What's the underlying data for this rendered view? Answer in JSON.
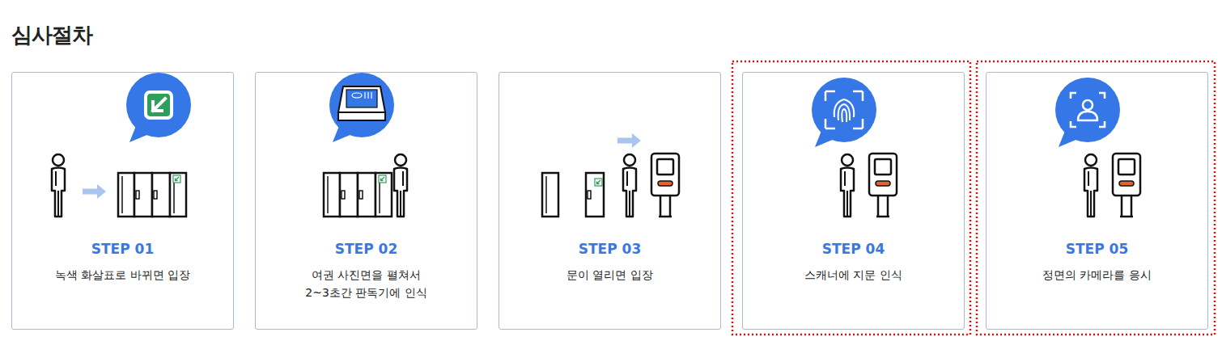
{
  "diagram": {
    "title": "심사절차",
    "nodes": [
      {
        "text": [
          "STEP 01",
          "녹색 화살표로 바뀌면 입장"
        ]
      },
      {
        "text": [
          "STEP 02",
          "여권 사진면을 펼쳐서 2~3초간 판독기에 인식"
        ]
      },
      {
        "text": [
          "STEP 03",
          "문이 열리면 입장"
        ]
      },
      {
        "text": [
          "STEP 04",
          "스캐너에 지문 인식"
        ]
      },
      {
        "text": [
          "STEP 05",
          "정면의 카메라를 응시"
        ]
      }
    ]
  }
}
